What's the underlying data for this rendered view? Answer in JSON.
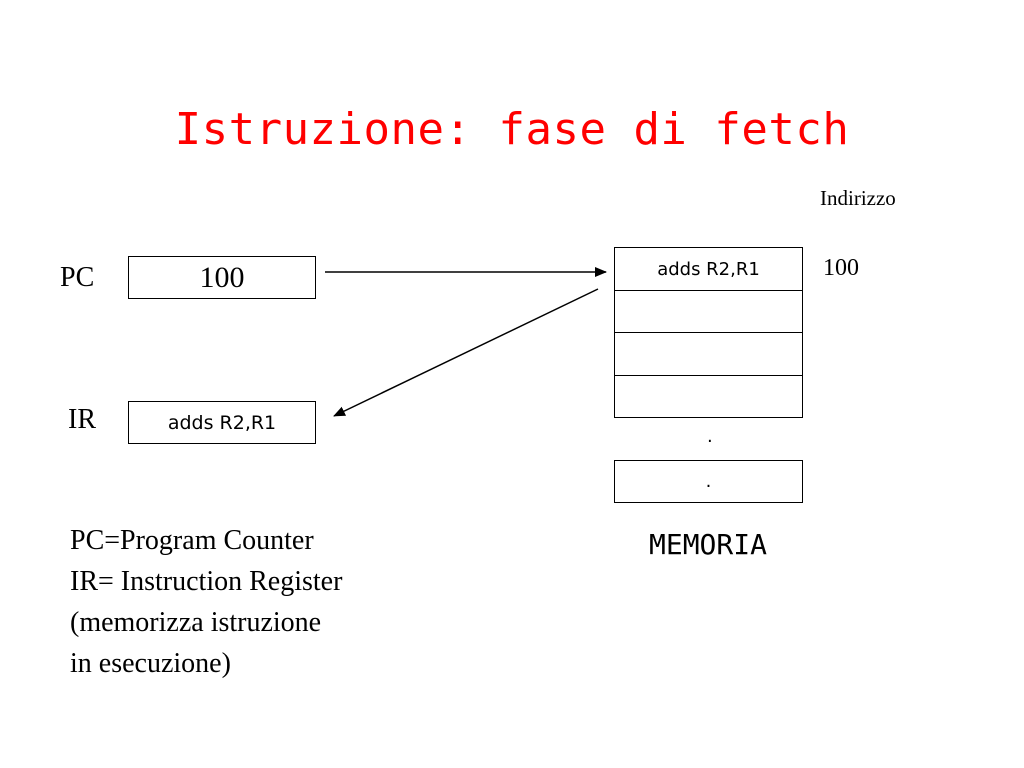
{
  "title": "Istruzione: fase di fetch",
  "address_header": "Indirizzo",
  "pc": {
    "label": "PC",
    "value": "100"
  },
  "ir": {
    "label": "IR",
    "value": "adds R2,R1"
  },
  "memory": {
    "label": "MEMORIA",
    "first_address": "100",
    "cells": [
      "adds R2,R1",
      "",
      "",
      ""
    ],
    "gap_dot": ".",
    "last_cell": "."
  },
  "legend": [
    "PC=Program Counter",
    "IR= Instruction Register",
    "(memorizza istruzione",
    "in esecuzione)"
  ]
}
